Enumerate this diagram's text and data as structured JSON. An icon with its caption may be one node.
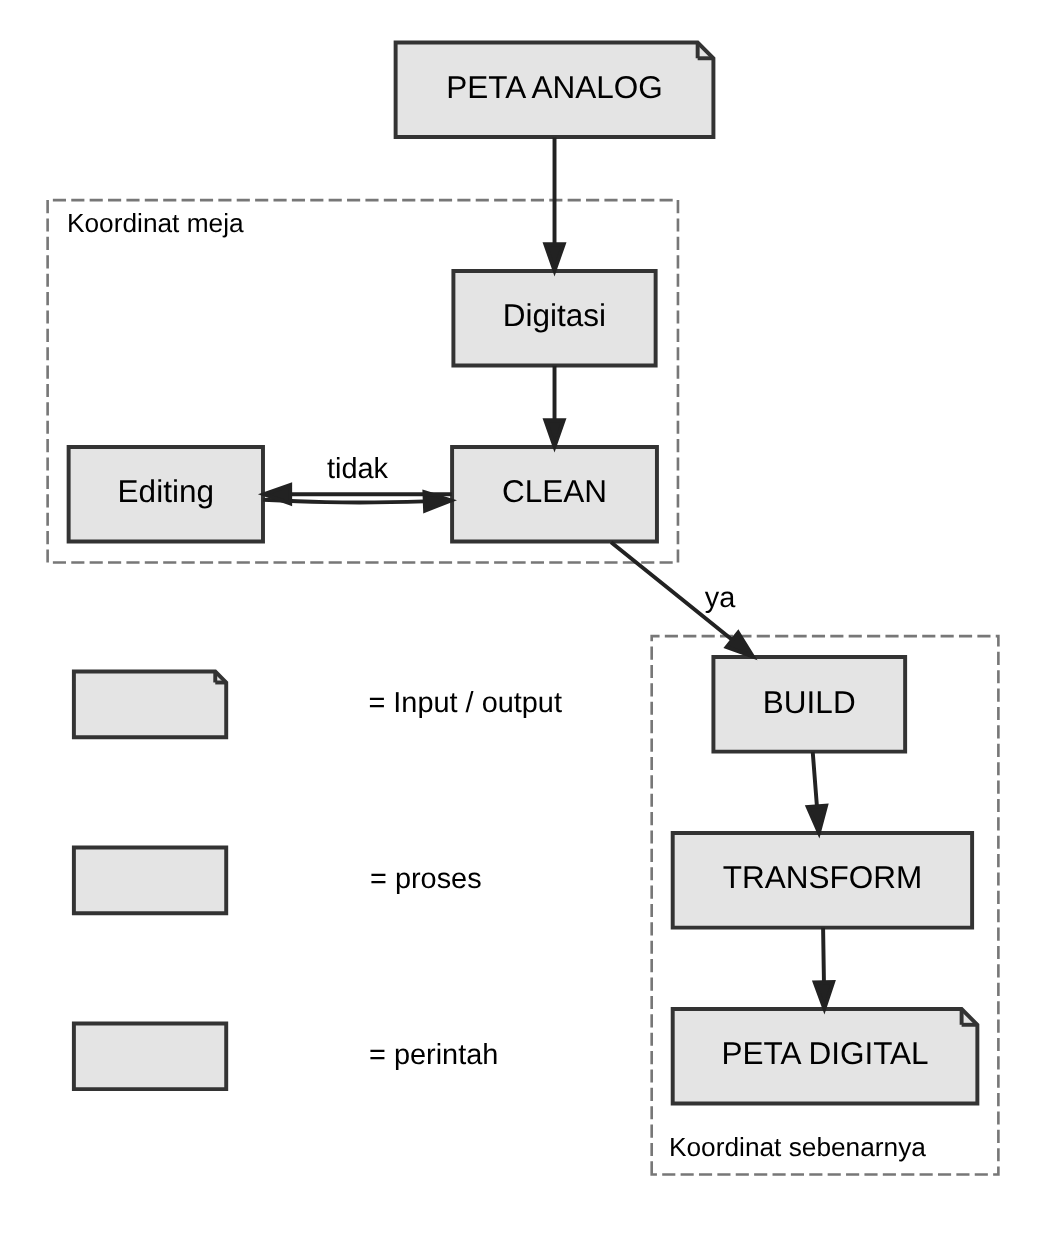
{
  "diagram": {
    "nodes": [
      {
        "text": [
          "PETA ANALOG"
        ]
      },
      {
        "text": [
          "Koordinat meja"
        ]
      },
      {
        "text": [
          "Digitasi"
        ],
        "in": 1
      },
      {
        "text": [
          "Editing"
        ],
        "in": 1
      },
      {
        "text": [
          "CLEAN"
        ],
        "in": 1
      },
      {
        "text": [
          "Koordinat sebenarnya"
        ]
      },
      {
        "text": [
          "BUILD"
        ],
        "in": 5
      },
      {
        "text": [
          "TRANSFORM"
        ],
        "in": 5
      },
      {
        "text": [
          "PETA DIGITAL"
        ],
        "in": 5
      },
      {
        "text": [],
        "shape": "document"
      },
      {
        "text": [],
        "shape": "box"
      },
      {
        "text": [],
        "shape": "box"
      }
    ],
    "edges": [
      {
        "from": 0,
        "to": 2,
        "arrow": "to"
      },
      {
        "from": 2,
        "to": 4,
        "arrow": "to"
      },
      {
        "from": 4,
        "to": 3,
        "arrow": "to",
        "label": "tidak"
      },
      {
        "from": 3,
        "to": 4,
        "arrow": "to"
      },
      {
        "from": 4,
        "to": 6,
        "arrow": "to",
        "label": "ya"
      },
      {
        "from": 6,
        "to": 7,
        "arrow": "to"
      },
      {
        "from": 7,
        "to": 8,
        "arrow": "to"
      }
    ],
    "legend": [
      {
        "text": "= Input / output"
      },
      {
        "text": "= proses"
      },
      {
        "text": "= perintah"
      }
    ]
  }
}
